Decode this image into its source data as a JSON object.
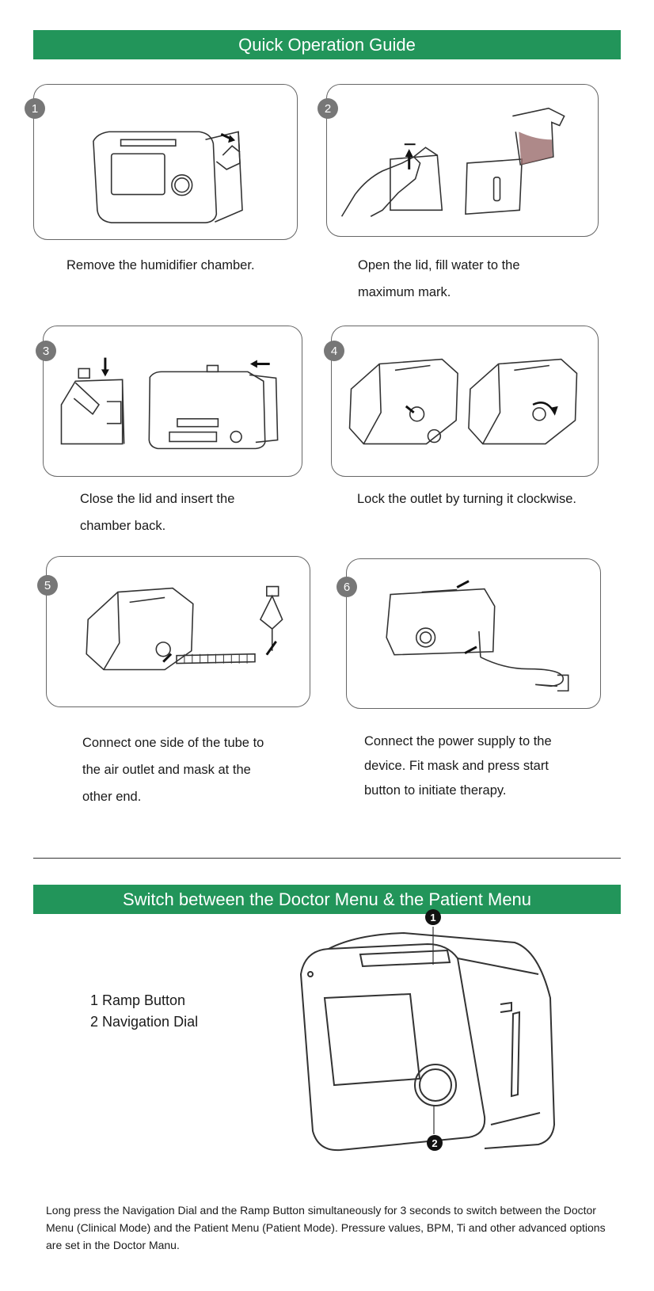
{
  "quick_guide": {
    "title": "Quick Operation Guide",
    "steps": [
      {
        "number": "1",
        "lines": [
          "Remove the humidifier chamber."
        ]
      },
      {
        "number": "2",
        "lines": [
          "Open the lid, fill water to the",
          "maximum mark."
        ]
      },
      {
        "number": "3",
        "lines": [
          "Close the lid and insert the",
          "chamber back."
        ]
      },
      {
        "number": "4",
        "lines": [
          "Lock the outlet by turning it clockwise."
        ]
      },
      {
        "number": "5",
        "lines": [
          "Connect one side of the tube to",
          "the air outlet and mask at the",
          "other end."
        ]
      },
      {
        "number": "6",
        "lines": [
          "Connect the power supply to the",
          "device. Fit mask and press start",
          "button to initiate therapy."
        ]
      }
    ]
  },
  "menu_switch": {
    "title": "Switch between the Doctor Menu & the Patient Menu",
    "legend": [
      "1 Ramp Button",
      "2 Navigation Dial"
    ],
    "callouts": [
      "1",
      "2"
    ],
    "note": "Long press the Navigation Dial and the Ramp Button simultaneously for 3 seconds to switch between the Doctor Menu (Clinical Mode) and the Patient Menu (Patient Mode). Pressure values, BPM, Ti and other advanced options are set in the Doctor Manu."
  }
}
